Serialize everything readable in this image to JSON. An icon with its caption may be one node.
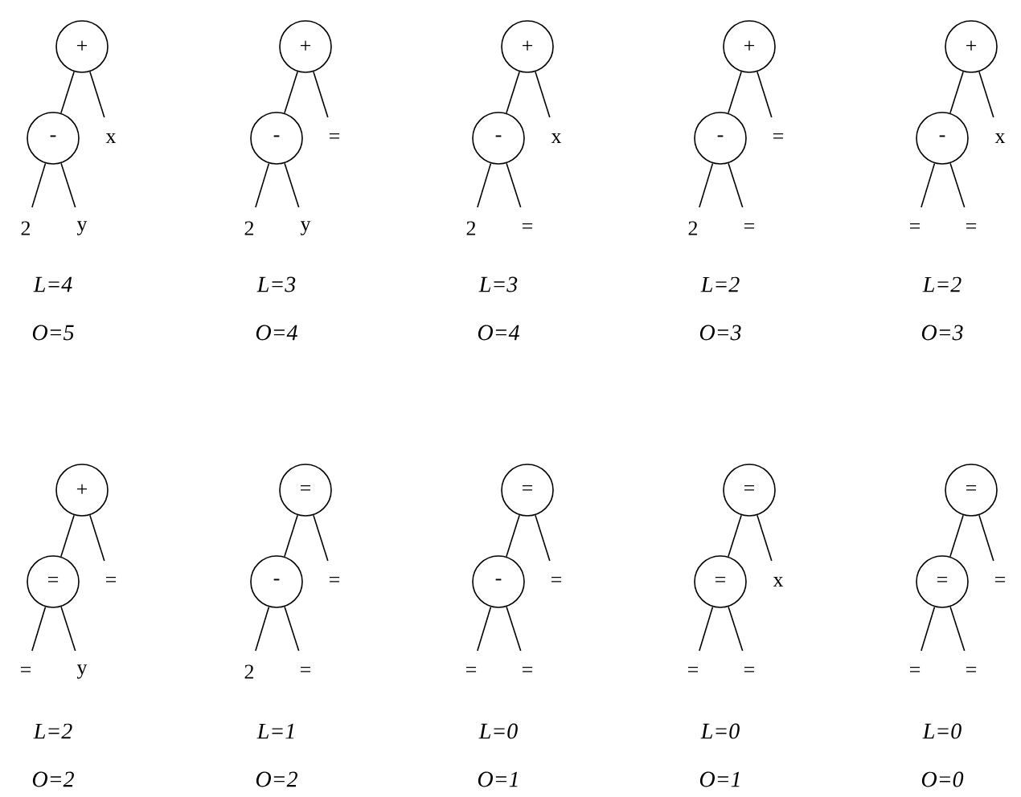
{
  "diagram": {
    "nodes": [
      {
        "text": [
          "+"
        ]
      },
      {
        "text": [
          "-"
        ]
      },
      {
        "text": [
          "x"
        ]
      },
      {
        "text": [
          "2"
        ]
      },
      {
        "text": [
          "y"
        ]
      },
      {
        "text": [
          "+"
        ]
      },
      {
        "text": [
          "-"
        ]
      },
      {
        "text": [
          "="
        ]
      },
      {
        "text": [
          "2"
        ]
      },
      {
        "text": [
          "y"
        ]
      },
      {
        "text": [
          "+"
        ]
      },
      {
        "text": [
          "-"
        ]
      },
      {
        "text": [
          "x"
        ]
      },
      {
        "text": [
          "2"
        ]
      },
      {
        "text": [
          "="
        ]
      },
      {
        "text": [
          "+"
        ]
      },
      {
        "text": [
          "-"
        ]
      },
      {
        "text": [
          "="
        ]
      },
      {
        "text": [
          "2"
        ]
      },
      {
        "text": [
          "="
        ]
      },
      {
        "text": [
          "+"
        ]
      },
      {
        "text": [
          "-"
        ]
      },
      {
        "text": [
          "x"
        ]
      },
      {
        "text": [
          "="
        ]
      },
      {
        "text": [
          "="
        ]
      },
      {
        "text": [
          "+"
        ]
      },
      {
        "text": [
          "="
        ]
      },
      {
        "text": [
          "="
        ]
      },
      {
        "text": [
          "="
        ]
      },
      {
        "text": [
          "y"
        ]
      },
      {
        "text": [
          "="
        ]
      },
      {
        "text": [
          "-"
        ]
      },
      {
        "text": [
          "="
        ]
      },
      {
        "text": [
          "2"
        ]
      },
      {
        "text": [
          "="
        ]
      },
      {
        "text": [
          "="
        ]
      },
      {
        "text": [
          "-"
        ]
      },
      {
        "text": [
          "="
        ]
      },
      {
        "text": [
          "="
        ]
      },
      {
        "text": [
          "="
        ]
      },
      {
        "text": [
          "="
        ]
      },
      {
        "text": [
          "="
        ]
      },
      {
        "text": [
          "x"
        ]
      },
      {
        "text": [
          "="
        ]
      },
      {
        "text": [
          "="
        ]
      },
      {
        "text": [
          "="
        ]
      },
      {
        "text": [
          "="
        ]
      },
      {
        "text": [
          "="
        ]
      },
      {
        "text": [
          "="
        ]
      },
      {
        "text": [
          "="
        ]
      }
    ],
    "edges": [
      {
        "from": 0,
        "to": 1,
        "arrow": "none"
      },
      {
        "from": 0,
        "to": 2,
        "arrow": "none"
      },
      {
        "from": 1,
        "to": 3,
        "arrow": "none"
      },
      {
        "from": 1,
        "to": 4,
        "arrow": "none"
      },
      {
        "from": 5,
        "to": 6,
        "arrow": "none"
      },
      {
        "from": 5,
        "to": 7,
        "arrow": "none"
      },
      {
        "from": 6,
        "to": 8,
        "arrow": "none"
      },
      {
        "from": 6,
        "to": 9,
        "arrow": "none"
      },
      {
        "from": 10,
        "to": 11,
        "arrow": "none"
      },
      {
        "from": 10,
        "to": 12,
        "arrow": "none"
      },
      {
        "from": 11,
        "to": 13,
        "arrow": "none"
      },
      {
        "from": 11,
        "to": 14,
        "arrow": "none"
      },
      {
        "from": 15,
        "to": 16,
        "arrow": "none"
      },
      {
        "from": 15,
        "to": 17,
        "arrow": "none"
      },
      {
        "from": 16,
        "to": 18,
        "arrow": "none"
      },
      {
        "from": 16,
        "to": 19,
        "arrow": "none"
      },
      {
        "from": 20,
        "to": 21,
        "arrow": "none"
      },
      {
        "from": 20,
        "to": 22,
        "arrow": "none"
      },
      {
        "from": 21,
        "to": 23,
        "arrow": "none"
      },
      {
        "from": 21,
        "to": 24,
        "arrow": "none"
      },
      {
        "from": 25,
        "to": 26,
        "arrow": "none"
      },
      {
        "from": 25,
        "to": 27,
        "arrow": "none"
      },
      {
        "from": 26,
        "to": 28,
        "arrow": "none"
      },
      {
        "from": 26,
        "to": 29,
        "arrow": "none"
      },
      {
        "from": 30,
        "to": 31,
        "arrow": "none"
      },
      {
        "from": 30,
        "to": 32,
        "arrow": "none"
      },
      {
        "from": 31,
        "to": 33,
        "arrow": "none"
      },
      {
        "from": 31,
        "to": 34,
        "arrow": "none"
      },
      {
        "from": 35,
        "to": 36,
        "arrow": "none"
      },
      {
        "from": 35,
        "to": 37,
        "arrow": "none"
      },
      {
        "from": 36,
        "to": 38,
        "arrow": "none"
      },
      {
        "from": 36,
        "to": 39,
        "arrow": "none"
      },
      {
        "from": 40,
        "to": 41,
        "arrow": "none"
      },
      {
        "from": 40,
        "to": 42,
        "arrow": "none"
      },
      {
        "from": 41,
        "to": 43,
        "arrow": "none"
      },
      {
        "from": 41,
        "to": 44,
        "arrow": "none"
      },
      {
        "from": 45,
        "to": 46,
        "arrow": "none"
      },
      {
        "from": 45,
        "to": 47,
        "arrow": "none"
      },
      {
        "from": 46,
        "to": 48,
        "arrow": "none"
      },
      {
        "from": 46,
        "to": 49,
        "arrow": "none"
      }
    ],
    "labels": [
      "L=4",
      "L=3",
      "L=3",
      "L=2",
      "L=2",
      "O=5",
      "O=4",
      "O=4",
      "O=3",
      "O=3",
      "L=2",
      "L=1",
      "L=0",
      "L=0",
      "L=0",
      "O=2",
      "O=2",
      "O=1",
      "O=1",
      "O=0"
    ]
  }
}
